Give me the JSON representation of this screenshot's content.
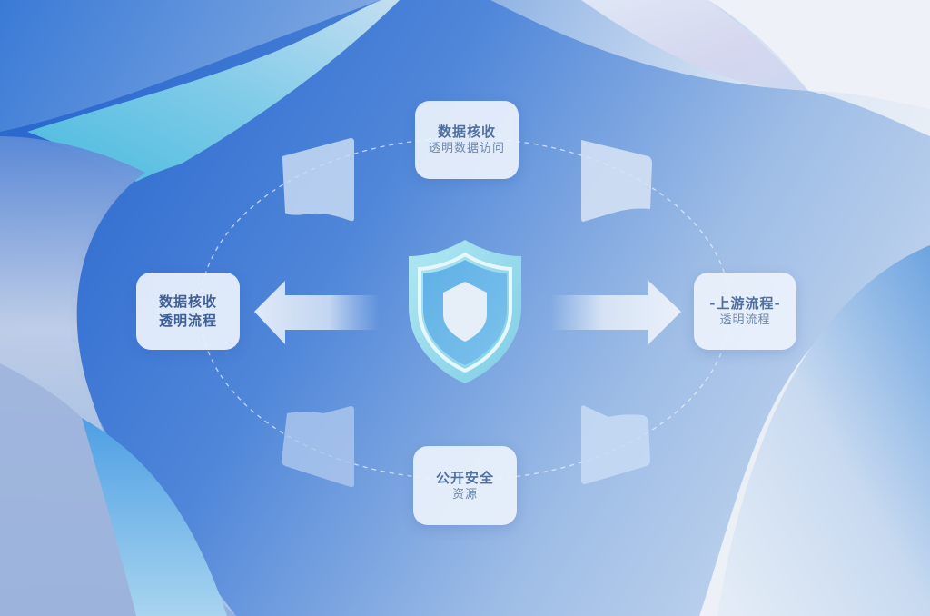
{
  "diagram": {
    "center": {
      "icon": "shield-icon",
      "label": ""
    },
    "nodes": {
      "top": {
        "line1": "数据核收",
        "line2": "透明数据访问"
      },
      "left": {
        "line1": "数据核收",
        "line2": "透明流程"
      },
      "right": {
        "line1": "-上游流程-",
        "line2": "透明流程"
      },
      "bottom": {
        "line1": "公开安全",
        "line2": "资源"
      }
    },
    "arrows": [
      {
        "direction": "left",
        "from": "center",
        "to": "left"
      },
      {
        "direction": "right",
        "from": "center",
        "to": "right"
      }
    ],
    "connector_style": "dashed-ellipse"
  },
  "colors": {
    "primary_blue": "#2f6fd0",
    "light_blue": "#a9c6ea",
    "cyan_accent": "#7fd3e8",
    "shield_fill": "#6bbbe8",
    "shield_rim": "#9fe3ef",
    "node_bg": "#ecf2fc",
    "node_text": "#4f6f9f",
    "background_light": "#e8eef7"
  }
}
